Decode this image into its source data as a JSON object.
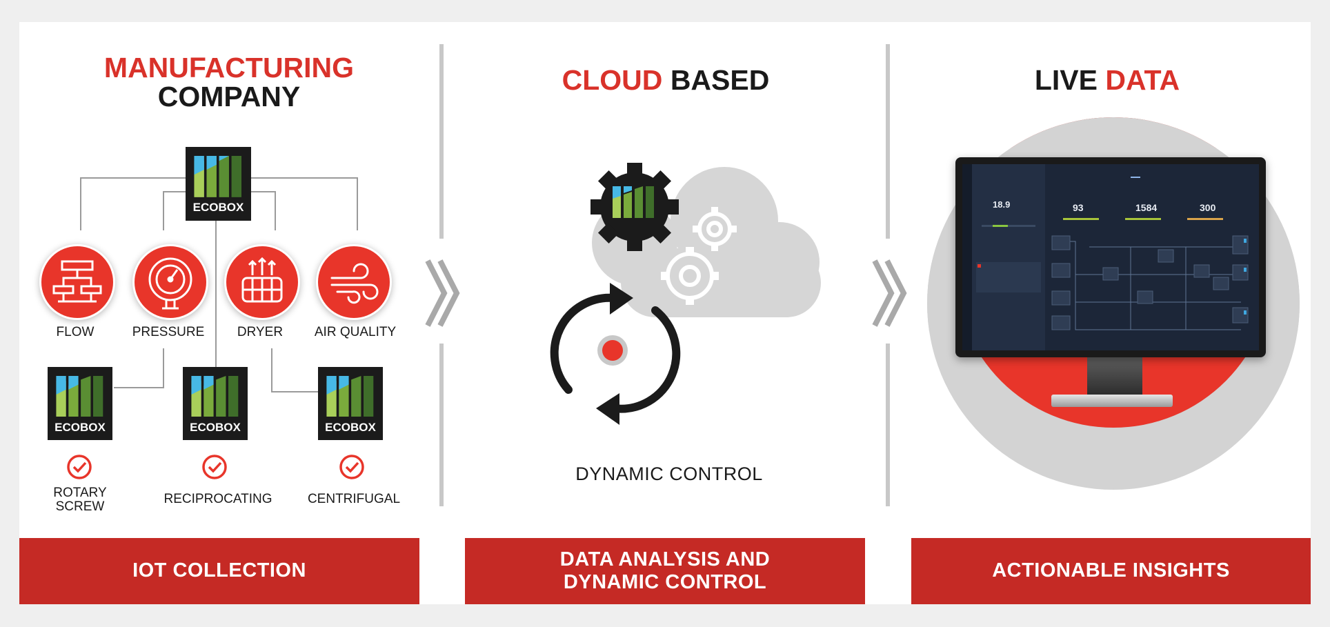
{
  "col1": {
    "title_red": "MANUFACTURING",
    "title_black": "COMPANY",
    "ecobox_label": "ECOBOX",
    "sensors": [
      {
        "label": "FLOW",
        "icon": "flow-icon"
      },
      {
        "label": "PRESSURE",
        "icon": "pressure-gauge-icon"
      },
      {
        "label": "DRYER",
        "icon": "dryer-icon"
      },
      {
        "label": "AIR QUALITY",
        "icon": "air-quality-icon"
      }
    ],
    "compressors": [
      {
        "label_line1": "ROTARY",
        "label_line2": "SCREW"
      },
      {
        "label_line1": "RECIPROCATING"
      },
      {
        "label_line1": "CENTRIFUGAL"
      }
    ],
    "banner": "IOT COLLECTION"
  },
  "col2": {
    "title_red": "CLOUD",
    "title_black": "BASED",
    "caption": "DYNAMIC CONTROL",
    "banner_line1": "DATA ANALYSIS AND",
    "banner_line2": "DYNAMIC CONTROL"
  },
  "col3": {
    "title_black": "LIVE",
    "title_red": "DATA",
    "banner": "ACTIONABLE INSIGHTS",
    "dashboard": {
      "specific_power_value": "18.9",
      "pressure_value": "93",
      "flow_value": "1584",
      "power_value": "300"
    }
  },
  "colors": {
    "brand_red": "#d9322a",
    "banner_red": "#c52a25",
    "ecobox_blue": "#47b9e6",
    "ecobox_green_light": "#a9cf5a",
    "ecobox_green_mid": "#7bab3c",
    "ecobox_green_dark": "#3f6e2a",
    "screen_bg": "#1c2638"
  }
}
